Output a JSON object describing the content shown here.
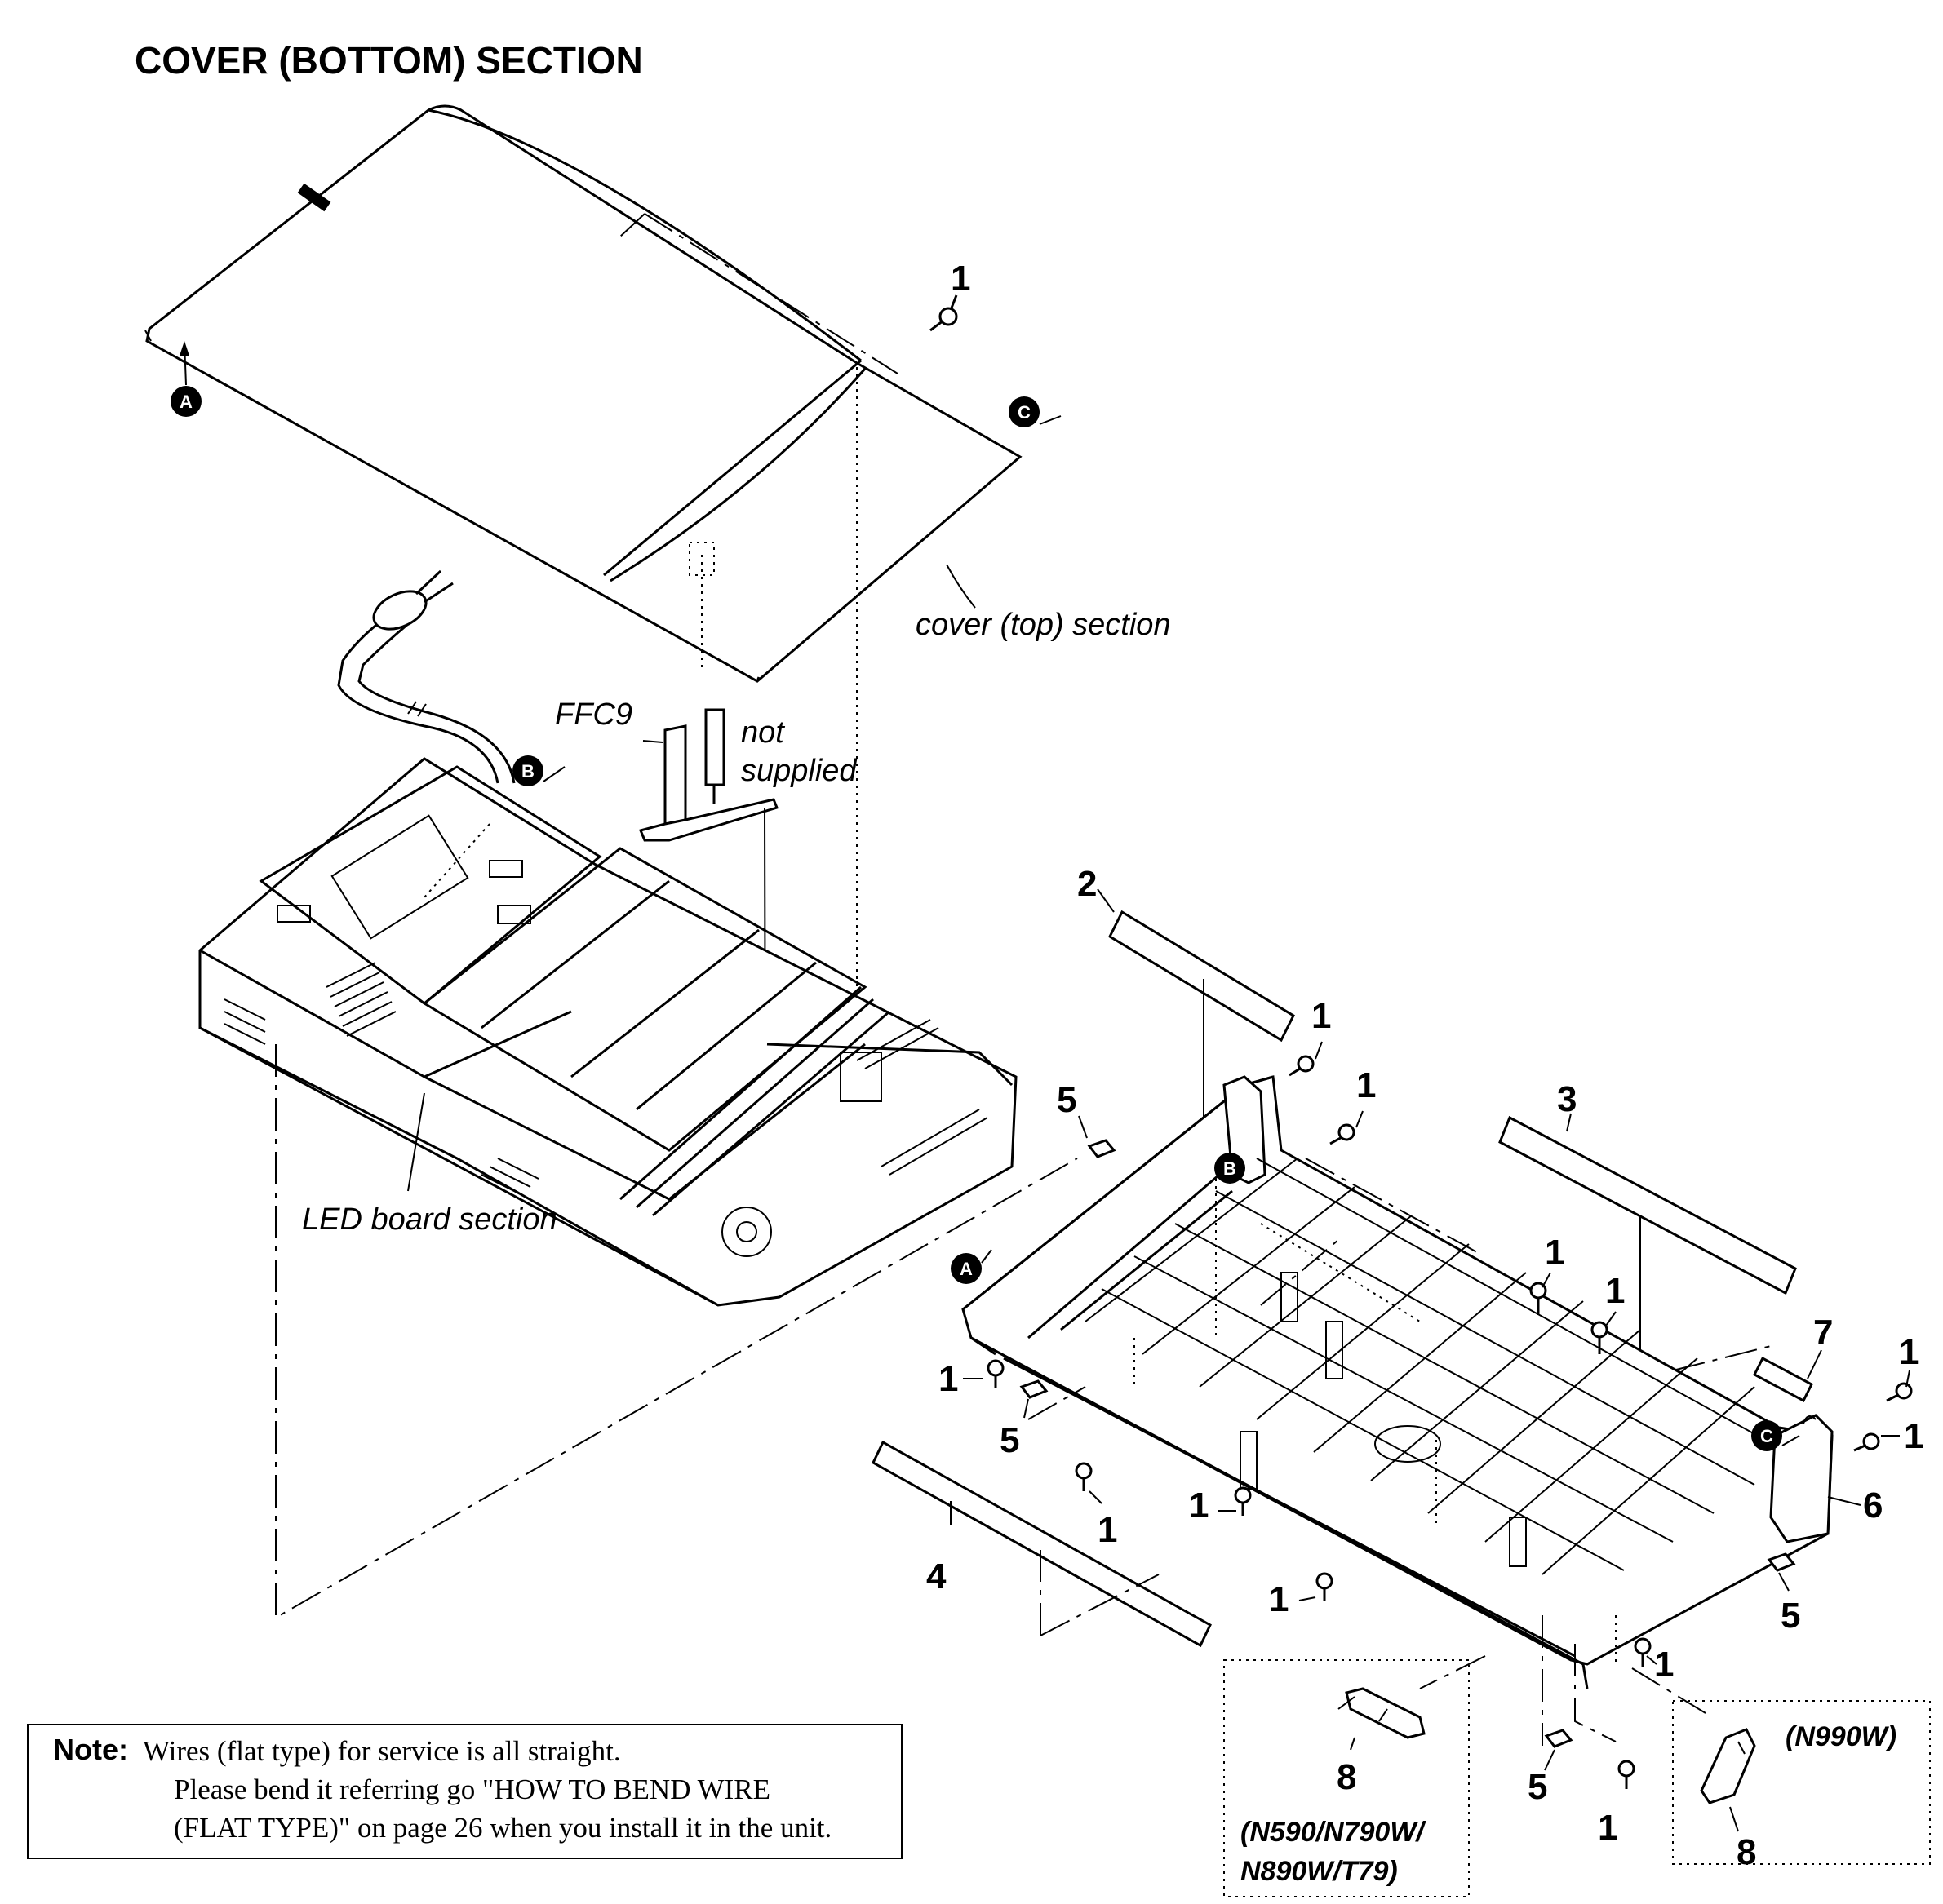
{
  "title": "COVER (BOTTOM)  SECTION",
  "labels": {
    "cover_top": "cover (top) section",
    "ffc9": "FFC9",
    "not_supplied_1": "not",
    "not_supplied_2": "supplied",
    "led_board": "LED board section"
  },
  "markers": {
    "a": "A",
    "b": "B",
    "c": "C"
  },
  "part_numbers": {
    "screw": "1",
    "sheet_2": "2",
    "sheet_3": "3",
    "sheet_4": "4",
    "foot": "5",
    "bracket_6": "6",
    "sheet_7": "7",
    "bracket_8": "8"
  },
  "variants": {
    "left_line1": "(N590/N790W/",
    "left_line2": "N890W/T79)",
    "right": "(N990W)"
  },
  "note": {
    "label": "Note:",
    "line1": "Wires (flat type) for service is all straight.",
    "line2": "Please bend it referring go \"HOW TO BEND WIRE",
    "line3": "(FLAT TYPE)\" on page 26 when you install it in the unit."
  }
}
